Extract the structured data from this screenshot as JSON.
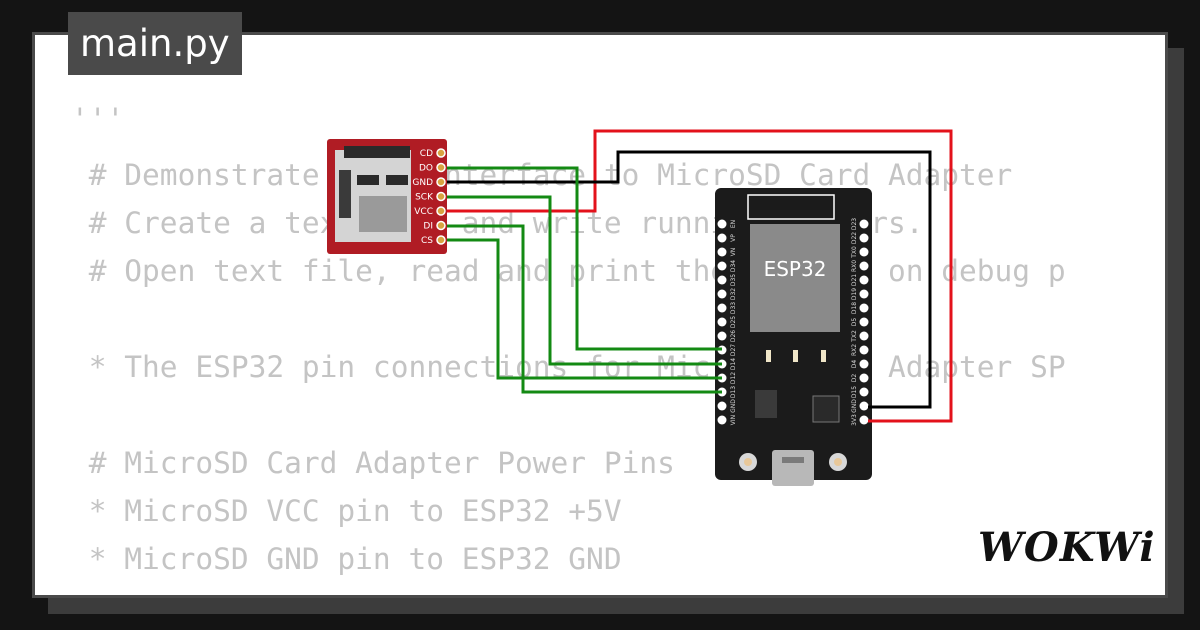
{
  "file_tab": {
    "label": "main.py"
  },
  "code_lines": [
    "'''",
    " # Demonstrate SPI2 interface to MicroSD Card Adapter",
    " # Create a text file and write running numbers.",
    " # Open text file, read and print the content on debug p",
    "",
    " * The ESP32 pin connections for MicroSD Card Adapter SP",
    "",
    " # MicroSD Card Adapter Power Pins",
    " * MicroSD VCC pin to ESP32 +5V",
    " * MicroSD GND pin to ESP32 GND"
  ],
  "sd_adapter": {
    "pins": [
      "CD",
      "DO",
      "GND",
      "SCK",
      "VCC",
      "DI",
      "CS"
    ],
    "board_color": "#b01c24"
  },
  "esp32": {
    "chip_label": "ESP32",
    "left_pins": [
      "EN",
      "VP",
      "VN",
      "D34",
      "D35",
      "D32",
      "D33",
      "D25",
      "D26",
      "D27",
      "D14",
      "D12",
      "D13",
      "GND",
      "VIN"
    ],
    "right_pins": [
      "D23",
      "D22",
      "TX0",
      "RX0",
      "D21",
      "D19",
      "D18",
      "D5",
      "TX2",
      "RX2",
      "D4",
      "D2",
      "D15",
      "GND",
      "3V3"
    ]
  },
  "wire_colors": {
    "data": "#138a13",
    "ground": "#000000",
    "power": "#e3121b"
  },
  "logo": {
    "text": "WOKWi"
  }
}
